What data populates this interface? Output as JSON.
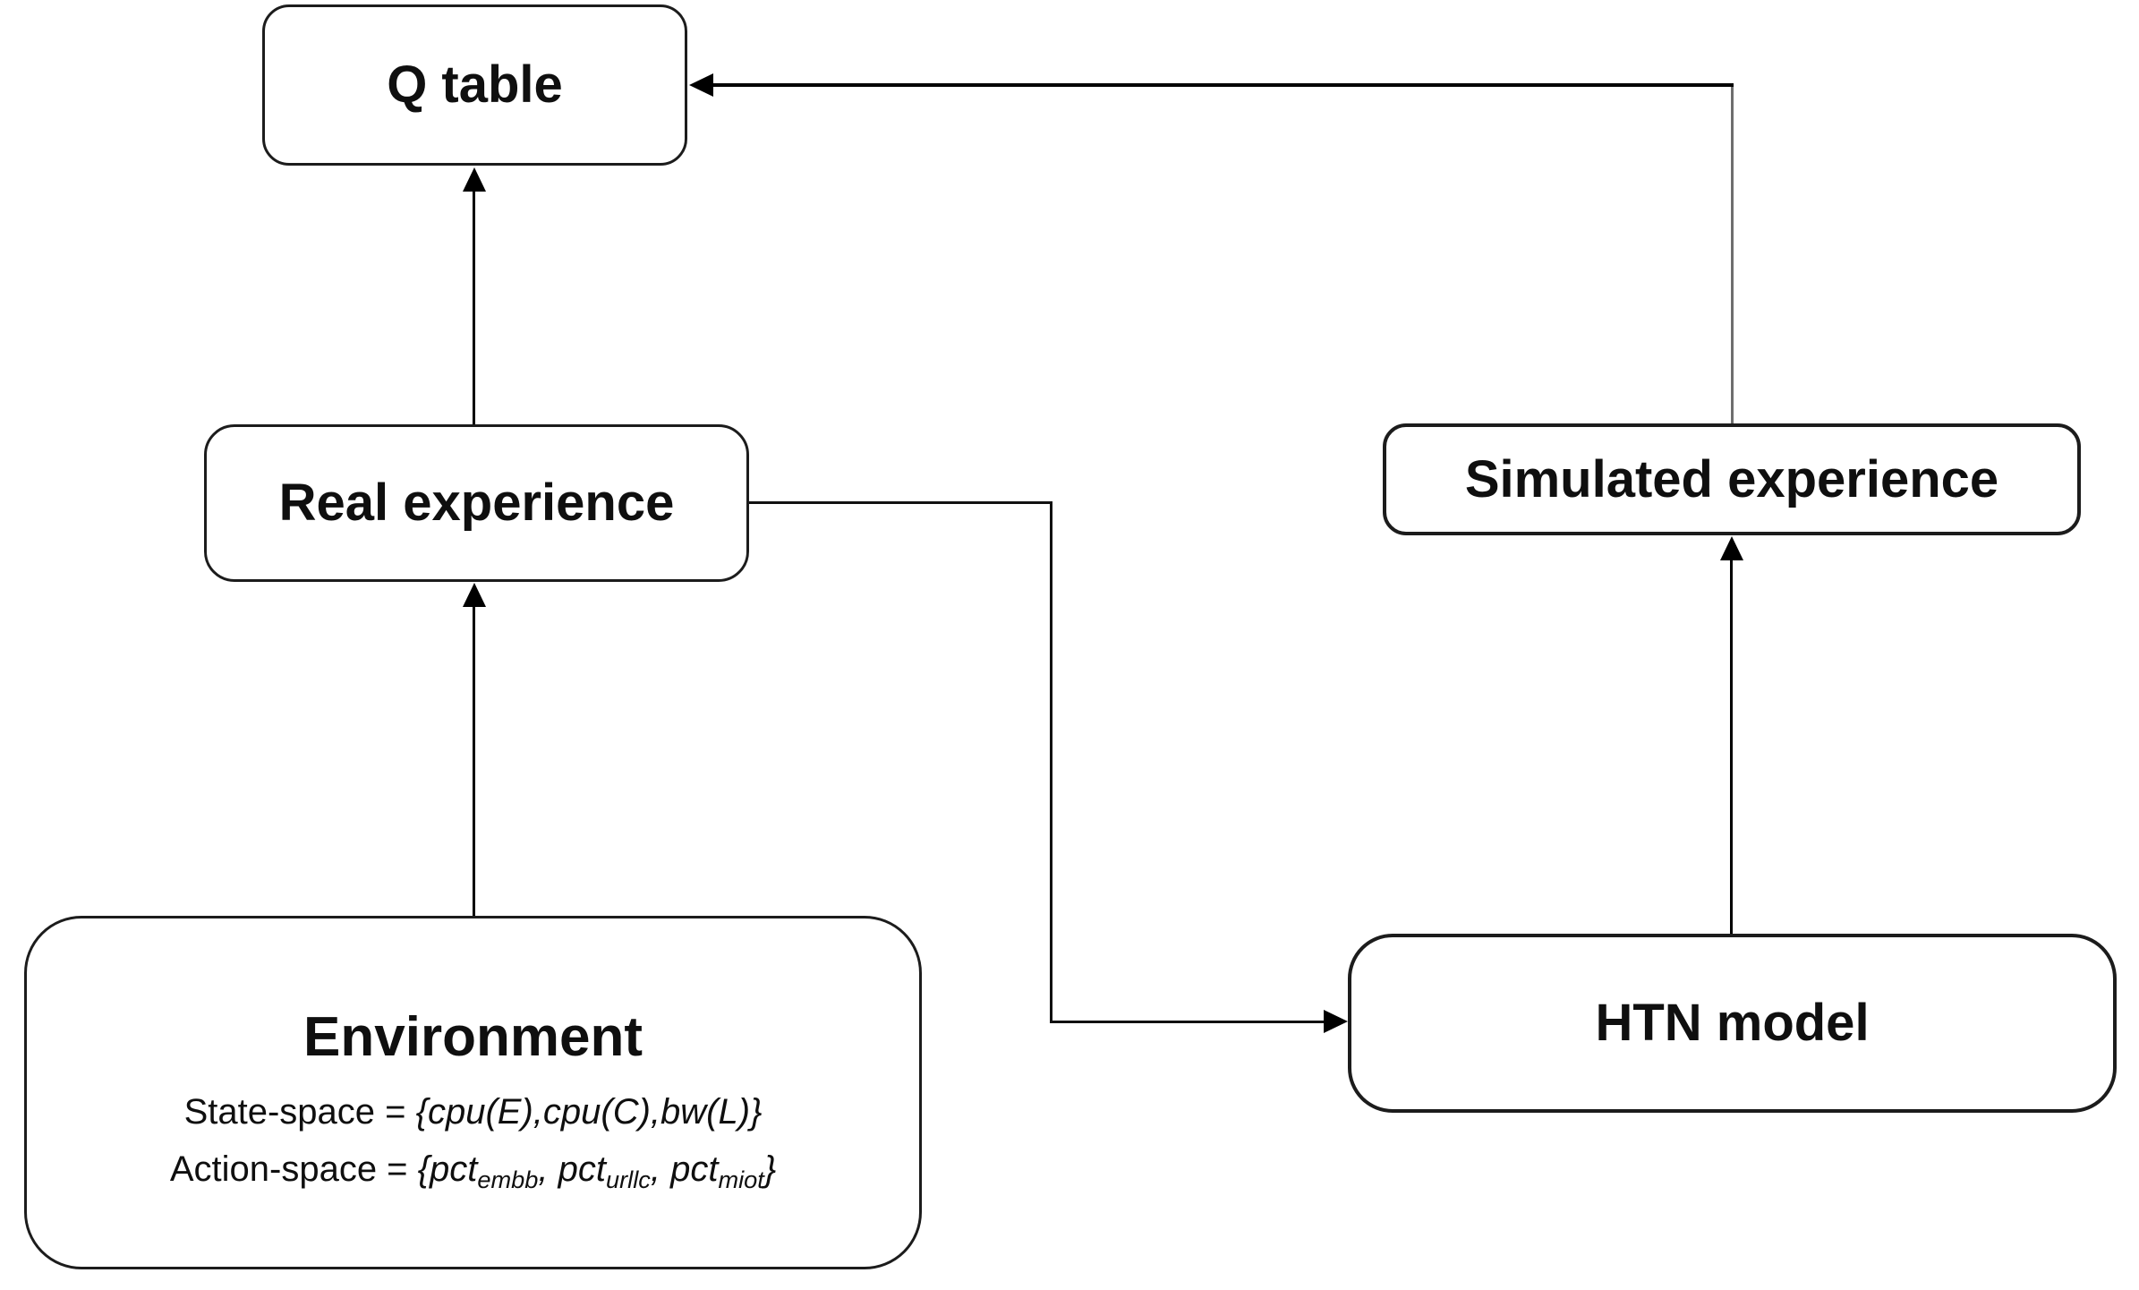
{
  "diagram": {
    "nodes": {
      "q_table": {
        "label": "Q table"
      },
      "real_experience": {
        "label": "Real experience"
      },
      "simulated_experience": {
        "label": "Simulated experience"
      },
      "htn_model": {
        "label": "HTN model"
      },
      "environment": {
        "title": "Environment",
        "state_line": {
          "label": "State-space = ",
          "set": "{cpu(E),cpu(C),bw(L)}"
        },
        "action_line": {
          "label": "Action-space = ",
          "open": "{pct",
          "sub1": "embb",
          "sep1": ", pct",
          "sub2": "urllc",
          "sep2": ", pct",
          "sub3": "miot",
          "close": "}"
        }
      }
    },
    "edges": [
      {
        "from": "Environment",
        "to": "Real experience",
        "style": "arrow-up"
      },
      {
        "from": "Real experience",
        "to": "Q table",
        "style": "arrow-up"
      },
      {
        "from": "Real experience",
        "to": "HTN model",
        "style": "orthogonal-arrow-right"
      },
      {
        "from": "HTN model",
        "to": "Simulated experience",
        "style": "arrow-up"
      },
      {
        "from": "Simulated experience",
        "to": "Q table",
        "style": "orthogonal-arrow-left"
      }
    ],
    "colors": {
      "background": "#ffffff",
      "box_border": "#1c1c1c",
      "line": "#000000",
      "secondary_line": "#6e6e6e",
      "text": "#0f0f0f"
    }
  }
}
